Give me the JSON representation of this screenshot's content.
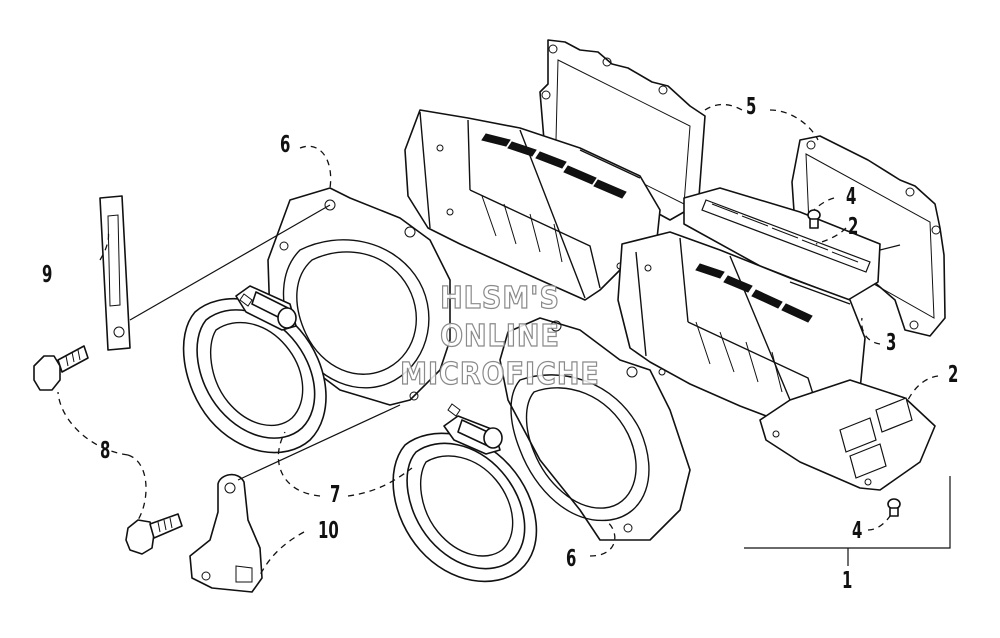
{
  "diagram": {
    "callouts": {
      "c1": "1",
      "c2a": "2",
      "c2b": "2",
      "c3": "3",
      "c4a": "4",
      "c4b": "4",
      "c5": "5",
      "c6a": "6",
      "c6b": "6",
      "c7": "7",
      "c8": "8",
      "c9": "9",
      "c10": "10"
    },
    "watermark": {
      "line1": "HLSM'S",
      "line2": "ONLINE",
      "line3": "MICROFICHE"
    }
  }
}
